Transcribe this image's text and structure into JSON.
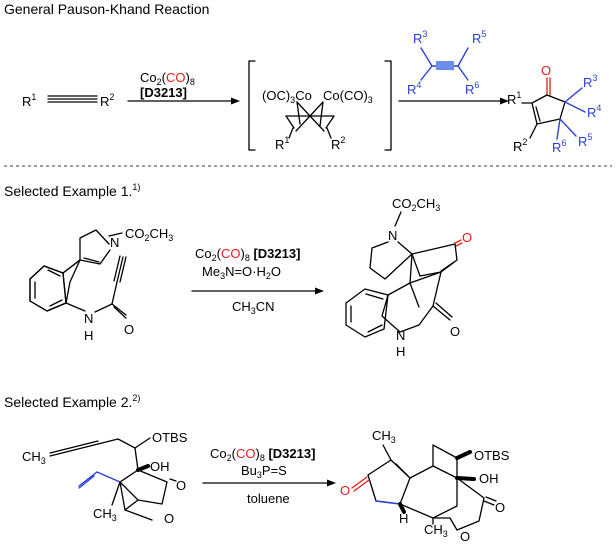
{
  "header": {
    "title": "General Pauson-Khand Reaction"
  },
  "general": {
    "reagent_co2": "Co",
    "reagent_sub2": "2",
    "reagent_co": "CO",
    "reagent_sub8": "8",
    "reagent_code": "[D3213]",
    "alkyne_r1": "R",
    "alkyne_r2": "R",
    "cobalt_left": "(OC)",
    "cobalt_left_sub": "3",
    "cobalt_left_co": "Co",
    "cobalt_right": "Co(CO)",
    "cobalt_right_sub": "3",
    "r_sup_1": "1",
    "r_sup_2": "2",
    "r_sup_3": "3",
    "r_sup_4": "4",
    "r_sup_5": "5",
    "r_sup_6": "6",
    "oxygen": "O"
  },
  "example1": {
    "title": "Selected Example 1.",
    "ref": "1)",
    "ester": "CO",
    "ester_sub": "2",
    "ester_ch": "CH",
    "ester_sub3": "3",
    "n": "N",
    "nh_n": "N",
    "nh_h": "H",
    "oxygen": "O",
    "reagent_code": "[D3213]",
    "additive": "Me",
    "additive_sub": "3",
    "additive_rest": "N=O·H",
    "additive_sub2": "2",
    "additive_o": "O",
    "solvent": "CH",
    "solvent_sub": "3",
    "solvent_rest": "CN",
    "product_h": "H"
  },
  "example2": {
    "title": "Selected Example 2.",
    "ref": "2)",
    "ch3": "CH",
    "ch3_sub": "3",
    "otbs": "OTBS",
    "oh": "OH",
    "oxygen": "O",
    "reagent_code": "[D3213]",
    "additive": "Bu",
    "additive_sub": "3",
    "additive_rest": "P=S",
    "solvent": "toluene",
    "h": "H"
  },
  "colors": {
    "red": "#e0201b",
    "blue": "#2a3fd8",
    "black": "#000000"
  }
}
